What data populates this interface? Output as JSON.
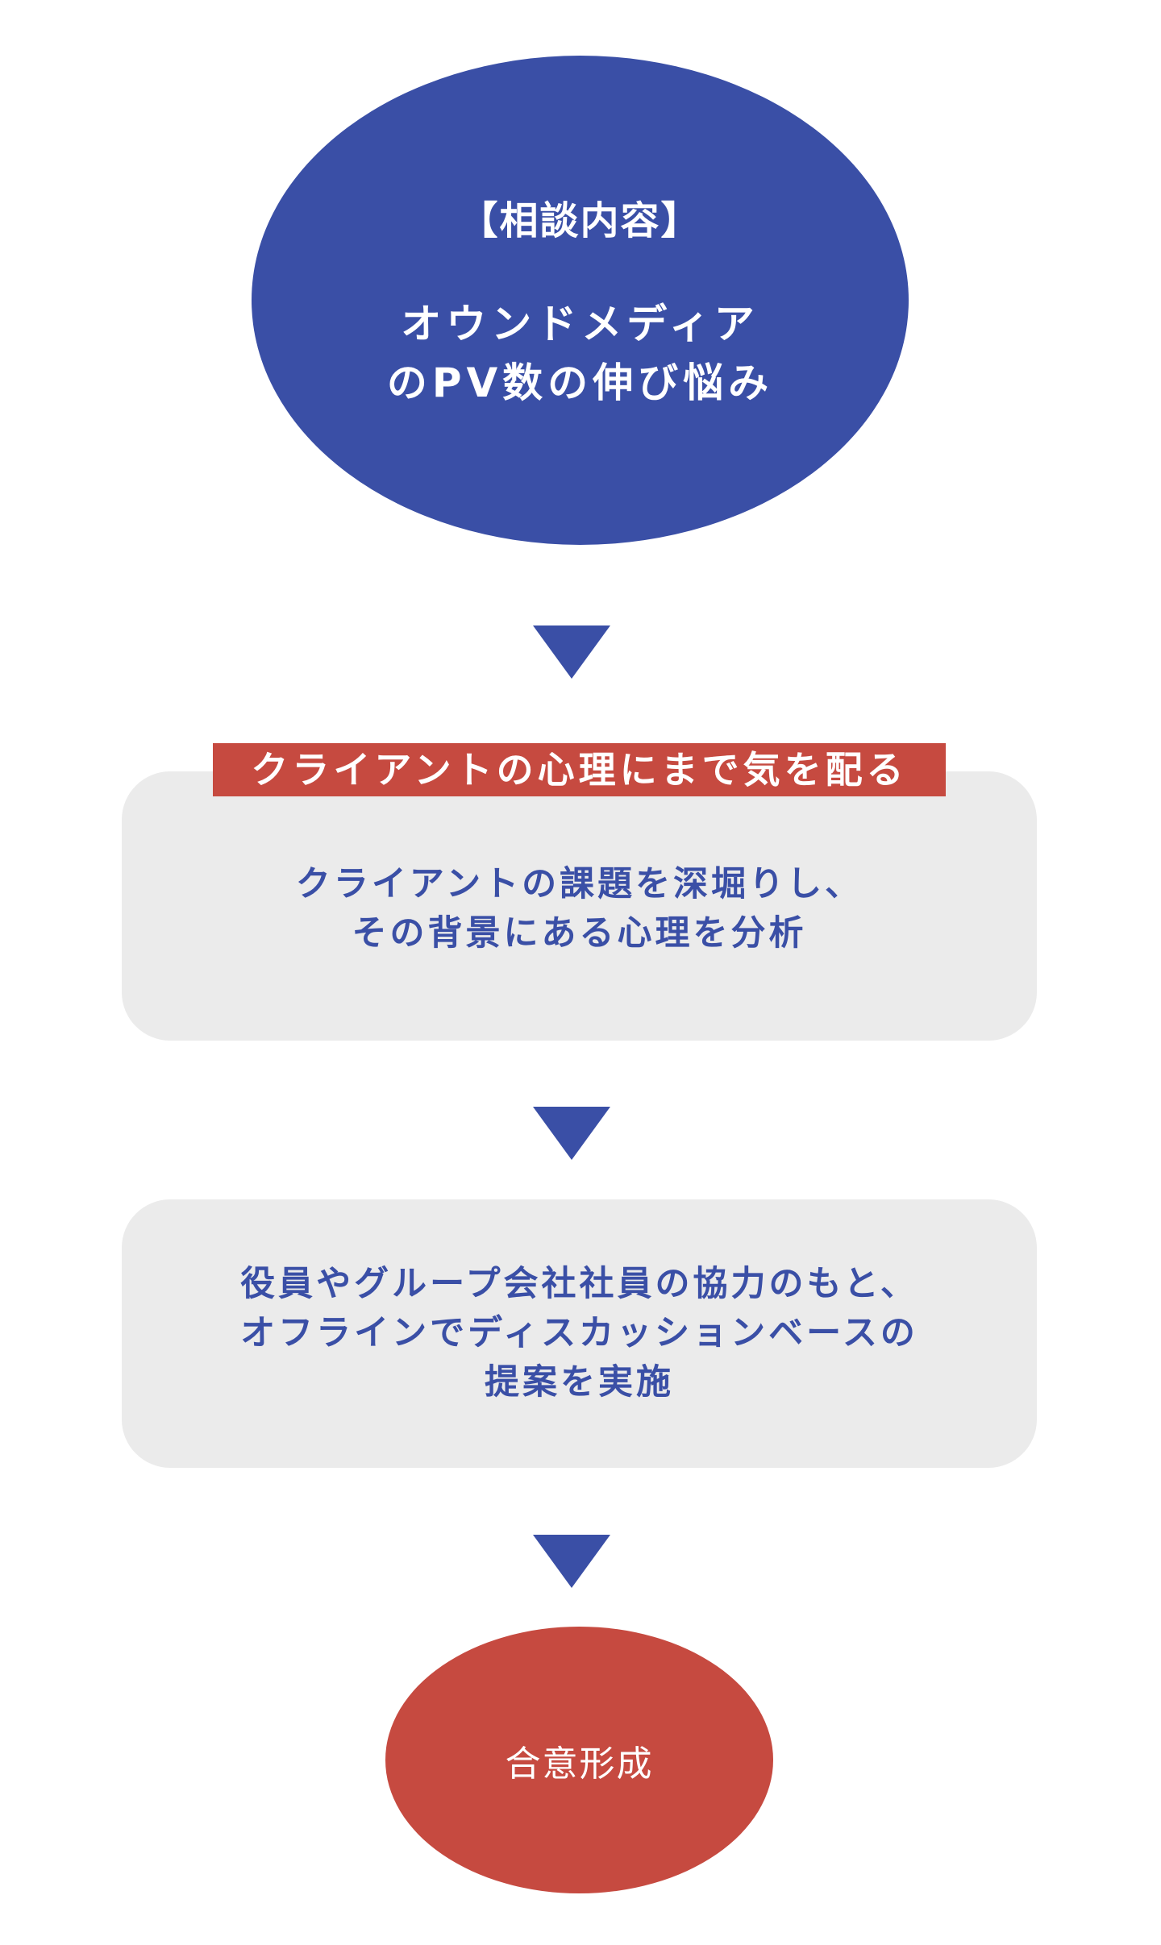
{
  "consultation": {
    "title": "【相談内容】",
    "lines": [
      "オウンドメディア",
      "のPV数の伸び悩み"
    ]
  },
  "step1": {
    "label": "クライアントの心理にまで気を配る",
    "lines": [
      "クライアントの課題を深堀りし、",
      "その背景にある心理を分析"
    ]
  },
  "step2": {
    "lines": [
      "役員やグループ会社社員の協力のもと、",
      "オフラインでディスカッションベースの",
      "提案を実施"
    ]
  },
  "result": {
    "text": "合意形成"
  },
  "colors": {
    "blue": "#3a4fa6",
    "red": "#c64a40",
    "gray": "#ebebeb"
  }
}
